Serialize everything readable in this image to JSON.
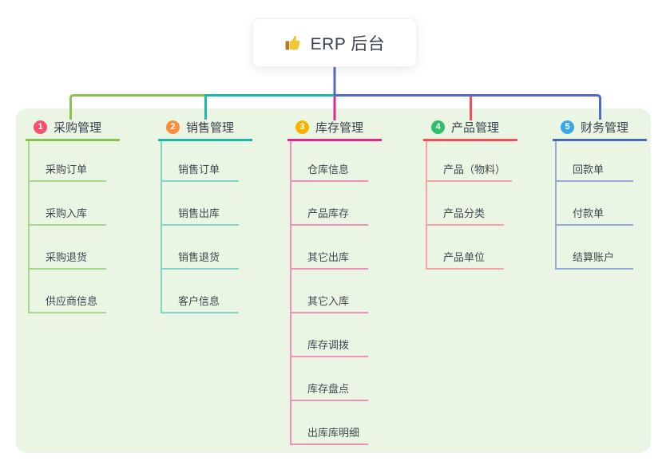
{
  "root": {
    "title": "ERP 后台",
    "icon": "thumbs-up-icon"
  },
  "canvas": {
    "background_color": "#eaf6e3"
  },
  "connector_colors": {
    "root_stem": "#5668c6",
    "rail_blue": "#5668c6",
    "rail_teal": "#1db8a8",
    "rail_green": "#8cc152",
    "drop_magenta": "#e0298f",
    "drop_red": "#f25058"
  },
  "branches": [
    {
      "badge": "1",
      "label": "采购管理",
      "colors": {
        "line": "#8cc152",
        "child_line": "#a8d88c",
        "badge": "#f4516c"
      },
      "children": [
        "采购订单",
        "采购入库",
        "采购退货",
        "供应商信息"
      ]
    },
    {
      "badge": "2",
      "label": "销售管理",
      "colors": {
        "line": "#1db8a8",
        "child_line": "#82d4c8",
        "badge": "#f98e3d"
      },
      "children": [
        "销售订单",
        "销售出库",
        "销售退货",
        "客户信息"
      ]
    },
    {
      "badge": "3",
      "label": "库存管理",
      "colors": {
        "line": "#e0298f",
        "child_line": "#f290ba",
        "badge": "#f7b200"
      },
      "children": [
        "仓库信息",
        "产品库存",
        "其它出库",
        "其它入库",
        "库存调拨",
        "库存盘点",
        "出库库明细"
      ]
    },
    {
      "badge": "4",
      "label": "产品管理",
      "colors": {
        "line": "#f25058",
        "child_line": "#f8a2a2",
        "badge": "#2fbe69"
      },
      "children": [
        "产品（物料）",
        "产品分类",
        "产品单位"
      ]
    },
    {
      "badge": "5",
      "label": "财务管理",
      "colors": {
        "line": "#4a69bd",
        "child_line": "#97a9dd",
        "badge": "#3aa7e8"
      },
      "children": [
        "回款单",
        "付款单",
        "结算账户"
      ]
    }
  ]
}
